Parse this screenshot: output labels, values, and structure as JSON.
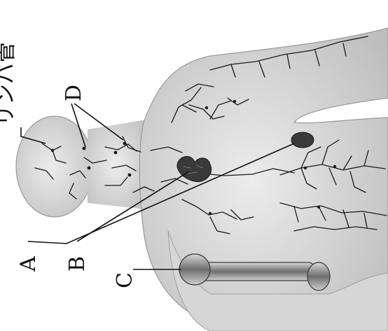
{
  "diagram": {
    "labels": {
      "lymph_vessel": "リンパ管",
      "A": "A",
      "B": "B",
      "C": "C",
      "D": "D"
    },
    "colors": {
      "body_fill": "#d9d9d9",
      "body_outline": "#9a9a9a",
      "vessel": "#1a1a1a",
      "organ": "#3a3a3a",
      "bone": "#8c8c8c"
    }
  }
}
